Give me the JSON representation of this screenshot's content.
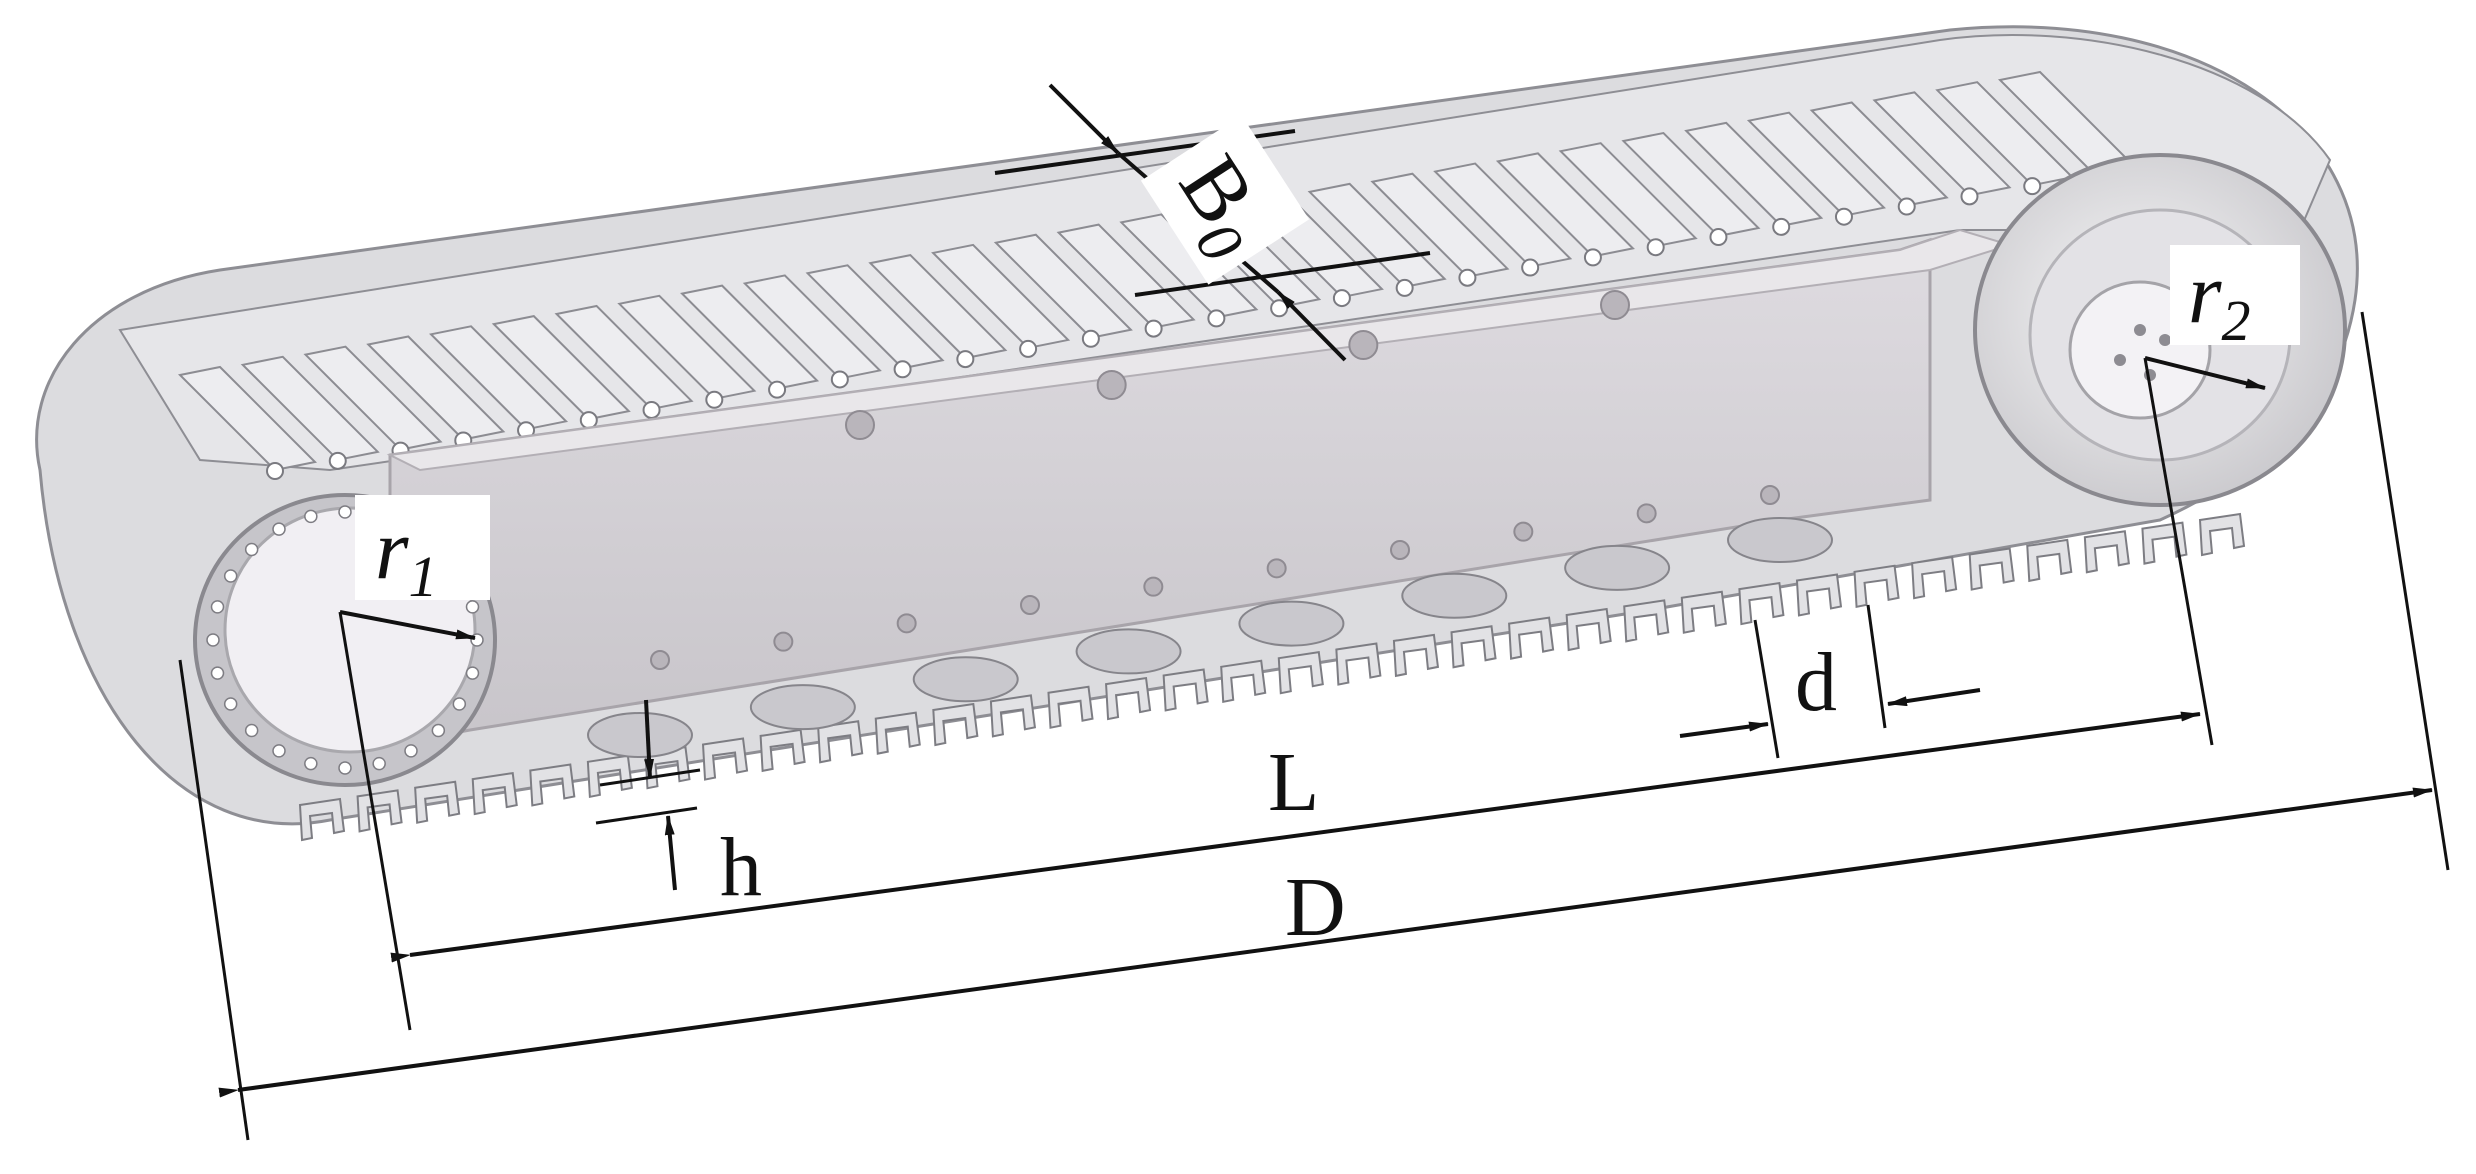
{
  "diagram": {
    "subject": "crawler track assembly with dimension annotations",
    "colors": {
      "line": "#111111",
      "track_face": "#e4e4e6",
      "track_edge": "#9a9aa0",
      "track_dark": "#6f6f74",
      "frame": "#d7d4d8",
      "frame_edge": "#a8a4aa",
      "wheel_face": "#efeff1"
    },
    "labels": {
      "B0": {
        "main": "B",
        "sub": "0"
      },
      "r1": {
        "main": "r",
        "sub": "1"
      },
      "r2": {
        "main": "r",
        "sub": "2"
      },
      "d": "d",
      "L": "L",
      "h": "h",
      "D": "D"
    }
  }
}
